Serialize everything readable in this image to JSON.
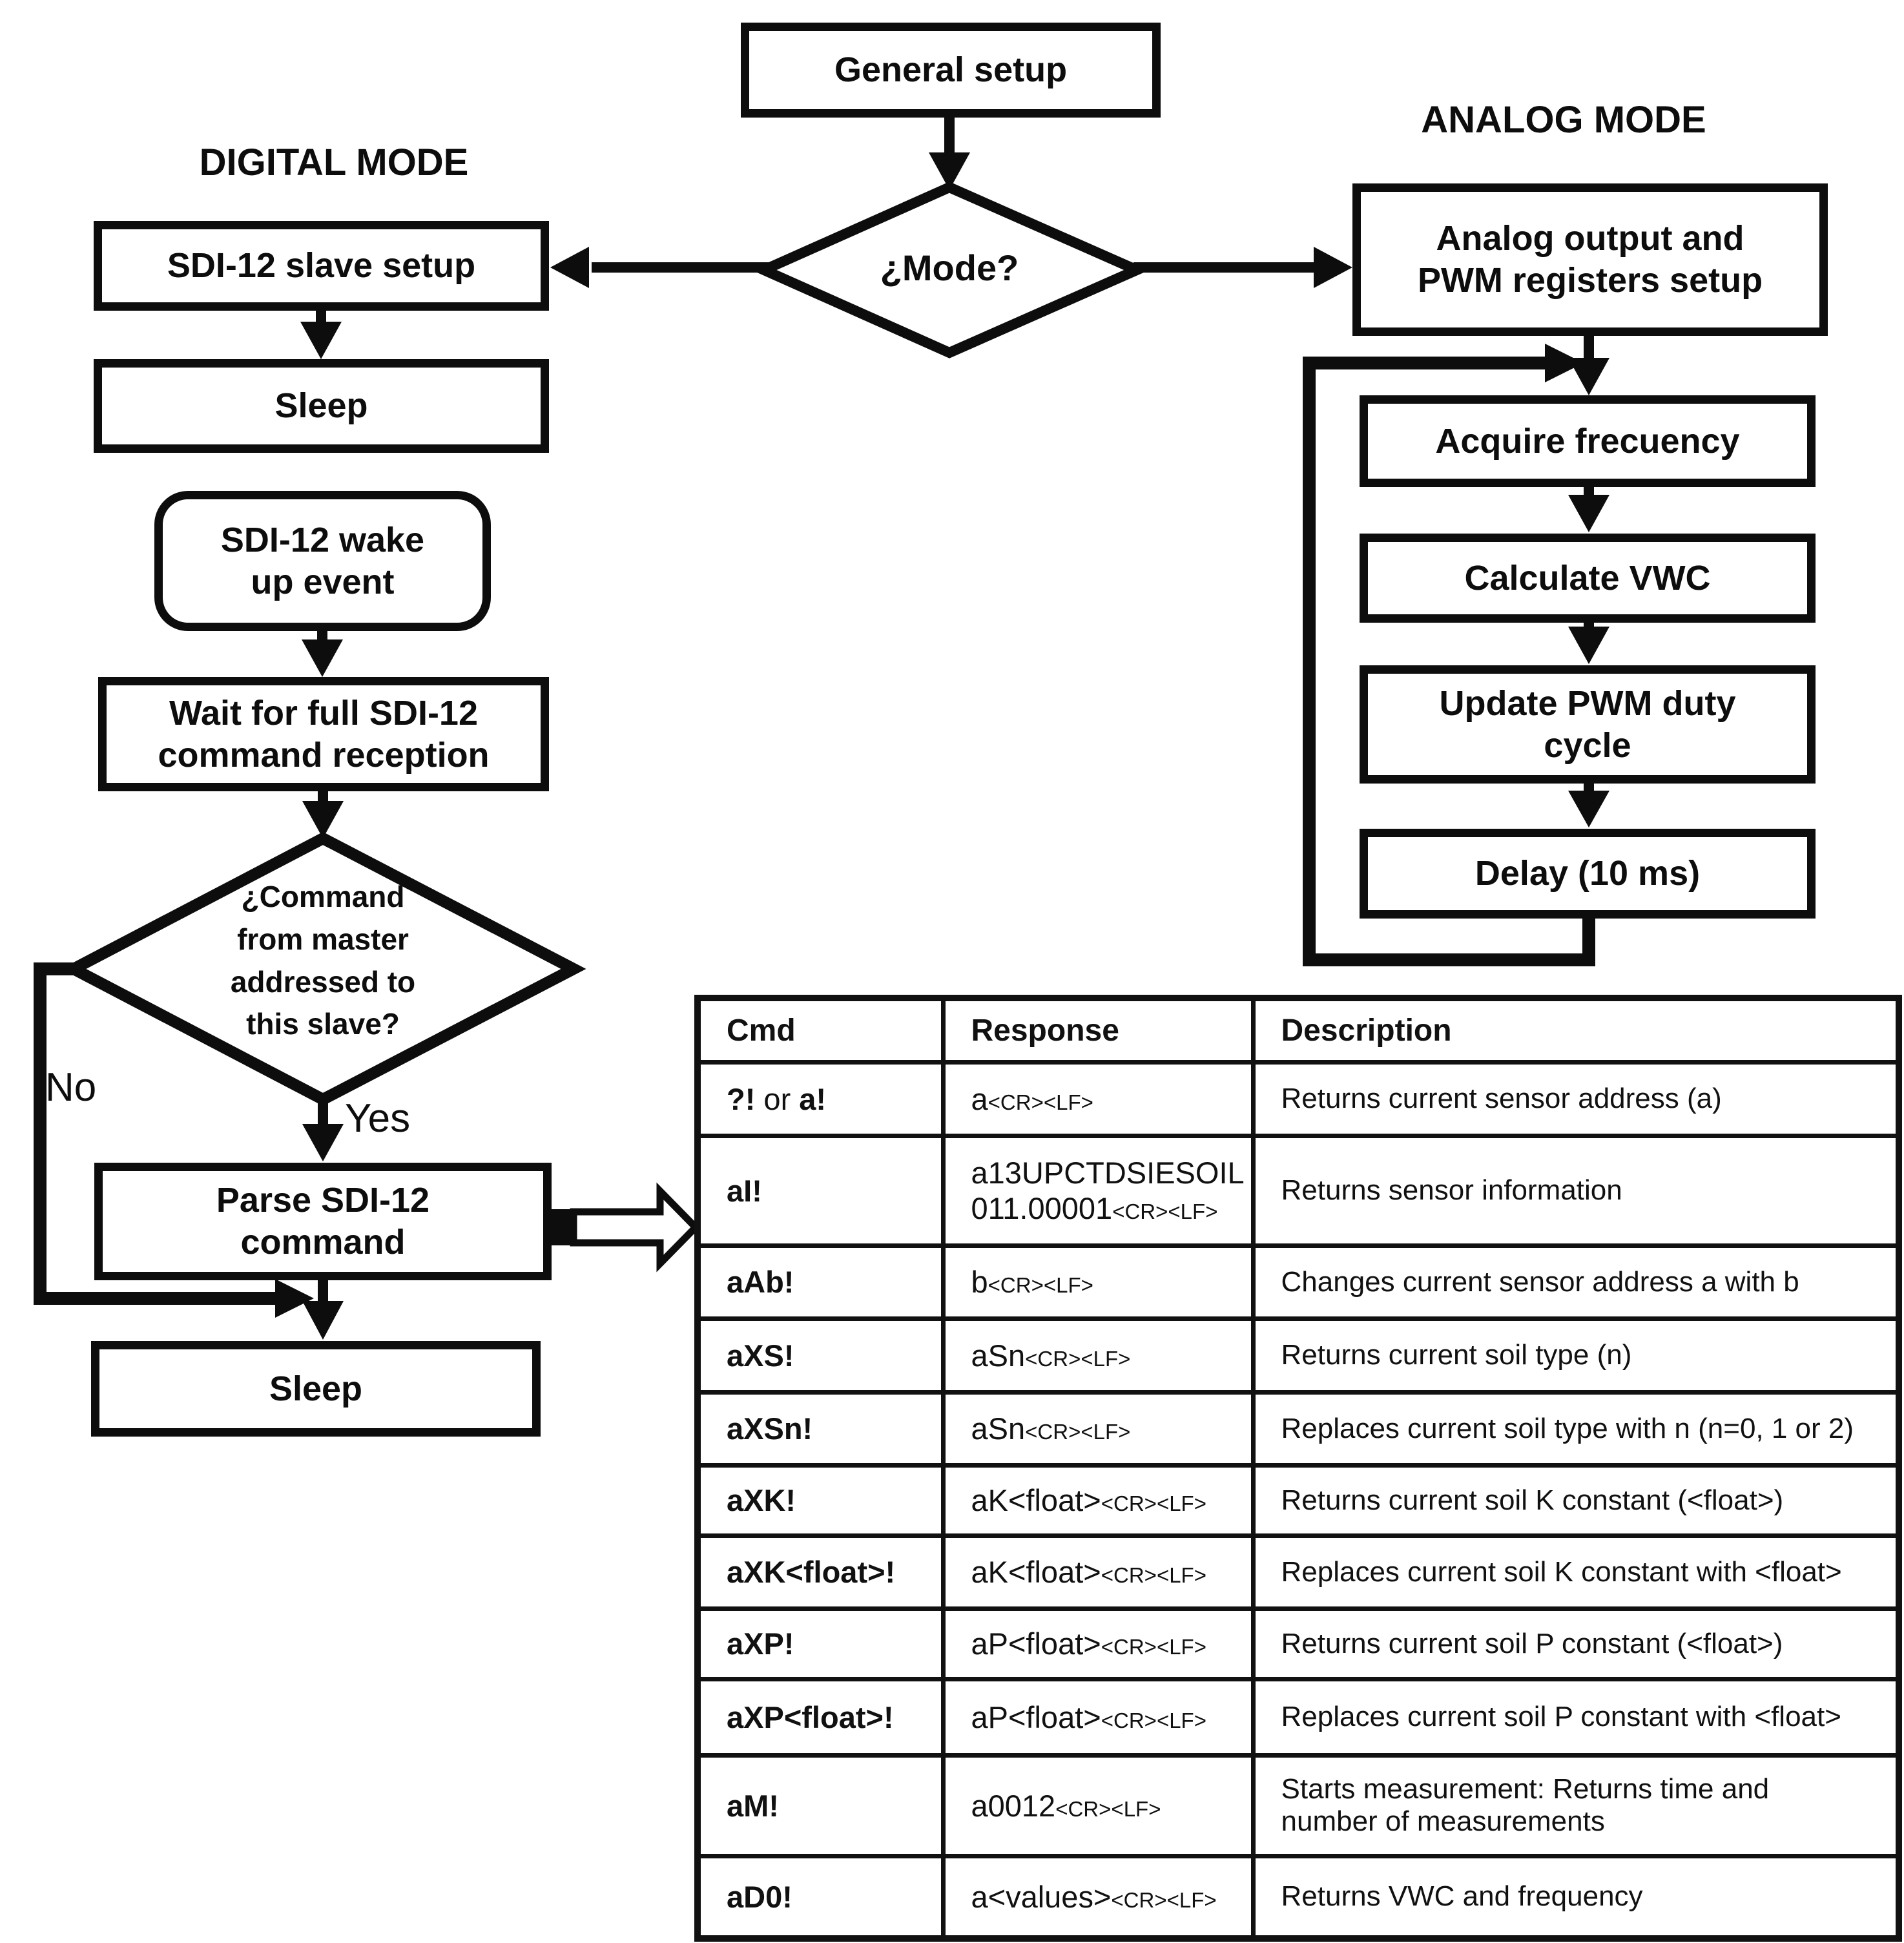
{
  "colors": {
    "ink": "#0d0d0d",
    "background": "#ffffff"
  },
  "flowchart": {
    "general_setup": "General setup",
    "mode_question": "¿Mode?",
    "digital": {
      "title": "DIGITAL MODE",
      "slave_setup": "SDI-12 slave setup",
      "sleep_top": "Sleep",
      "wake_event": [
        "SDI-12 wake",
        "up event"
      ],
      "wait": [
        "Wait for full SDI-12",
        "command reception"
      ],
      "decision": [
        "¿Command",
        "from master",
        "addressed to",
        "this slave?"
      ],
      "no_label": "No",
      "yes_label": "Yes",
      "parse": [
        "Parse SDI-12",
        "command"
      ],
      "sleep_bottom": "Sleep"
    },
    "analog": {
      "title": "ANALOG MODE",
      "setup": [
        "Analog output and",
        "PWM registers setup"
      ],
      "acquire": "Acquire frecuency",
      "calculate": "Calculate VWC",
      "update": [
        "Update PWM duty",
        "cycle"
      ],
      "delay": "Delay (10 ms)"
    }
  },
  "table": {
    "headers": [
      "Cmd",
      "Response",
      "Description"
    ],
    "rows": [
      {
        "cmd": [
          {
            "t": "?!",
            "b": true
          },
          {
            "t": " or ",
            "b": false
          },
          {
            "t": "a!",
            "b": true
          }
        ],
        "response": "a<CR><LF>",
        "description": "Returns current sensor address (a)"
      },
      {
        "cmd": [
          {
            "t": "aI!",
            "b": true
          }
        ],
        "response": "a13UPCTDSIESOIL\n011.00001<CR><LF>",
        "description": "Returns sensor information"
      },
      {
        "cmd": [
          {
            "t": "aAb!",
            "b": true
          }
        ],
        "response": "b<CR><LF>",
        "description": "Changes current sensor address a with b"
      },
      {
        "cmd": [
          {
            "t": "aXS!",
            "b": true
          }
        ],
        "response": "aSn<CR><LF>",
        "description": "Returns current soil type (n)"
      },
      {
        "cmd": [
          {
            "t": "aXSn!",
            "b": true
          }
        ],
        "response": "aSn<CR><LF>",
        "description": "Replaces current soil type with n (n=0, 1 or 2)"
      },
      {
        "cmd": [
          {
            "t": "aXK!",
            "b": true
          }
        ],
        "response": "aK<float><CR><LF>",
        "description": "Returns current soil K constant (<float>)"
      },
      {
        "cmd": [
          {
            "t": "aXK<float>!",
            "b": true
          }
        ],
        "response": "aK<float><CR><LF>",
        "description": "Replaces current soil K constant with <float>"
      },
      {
        "cmd": [
          {
            "t": "aXP!",
            "b": true
          }
        ],
        "response": "aP<float><CR><LF>",
        "description": "Returns current soil P constant (<float>)"
      },
      {
        "cmd": [
          {
            "t": "aXP<float>!",
            "b": true
          }
        ],
        "response": "aP<float><CR><LF>",
        "description": "Replaces current soil P constant with <float>"
      },
      {
        "cmd": [
          {
            "t": "aM!",
            "b": true
          }
        ],
        "response": "a0012<CR><LF>",
        "description": "Starts measurement: Returns time and\nnumber of measurements"
      },
      {
        "cmd": [
          {
            "t": "aD0!",
            "b": true
          }
        ],
        "response": "a<values><CR><LF>",
        "description": "Returns VWC and frequency"
      }
    ]
  }
}
